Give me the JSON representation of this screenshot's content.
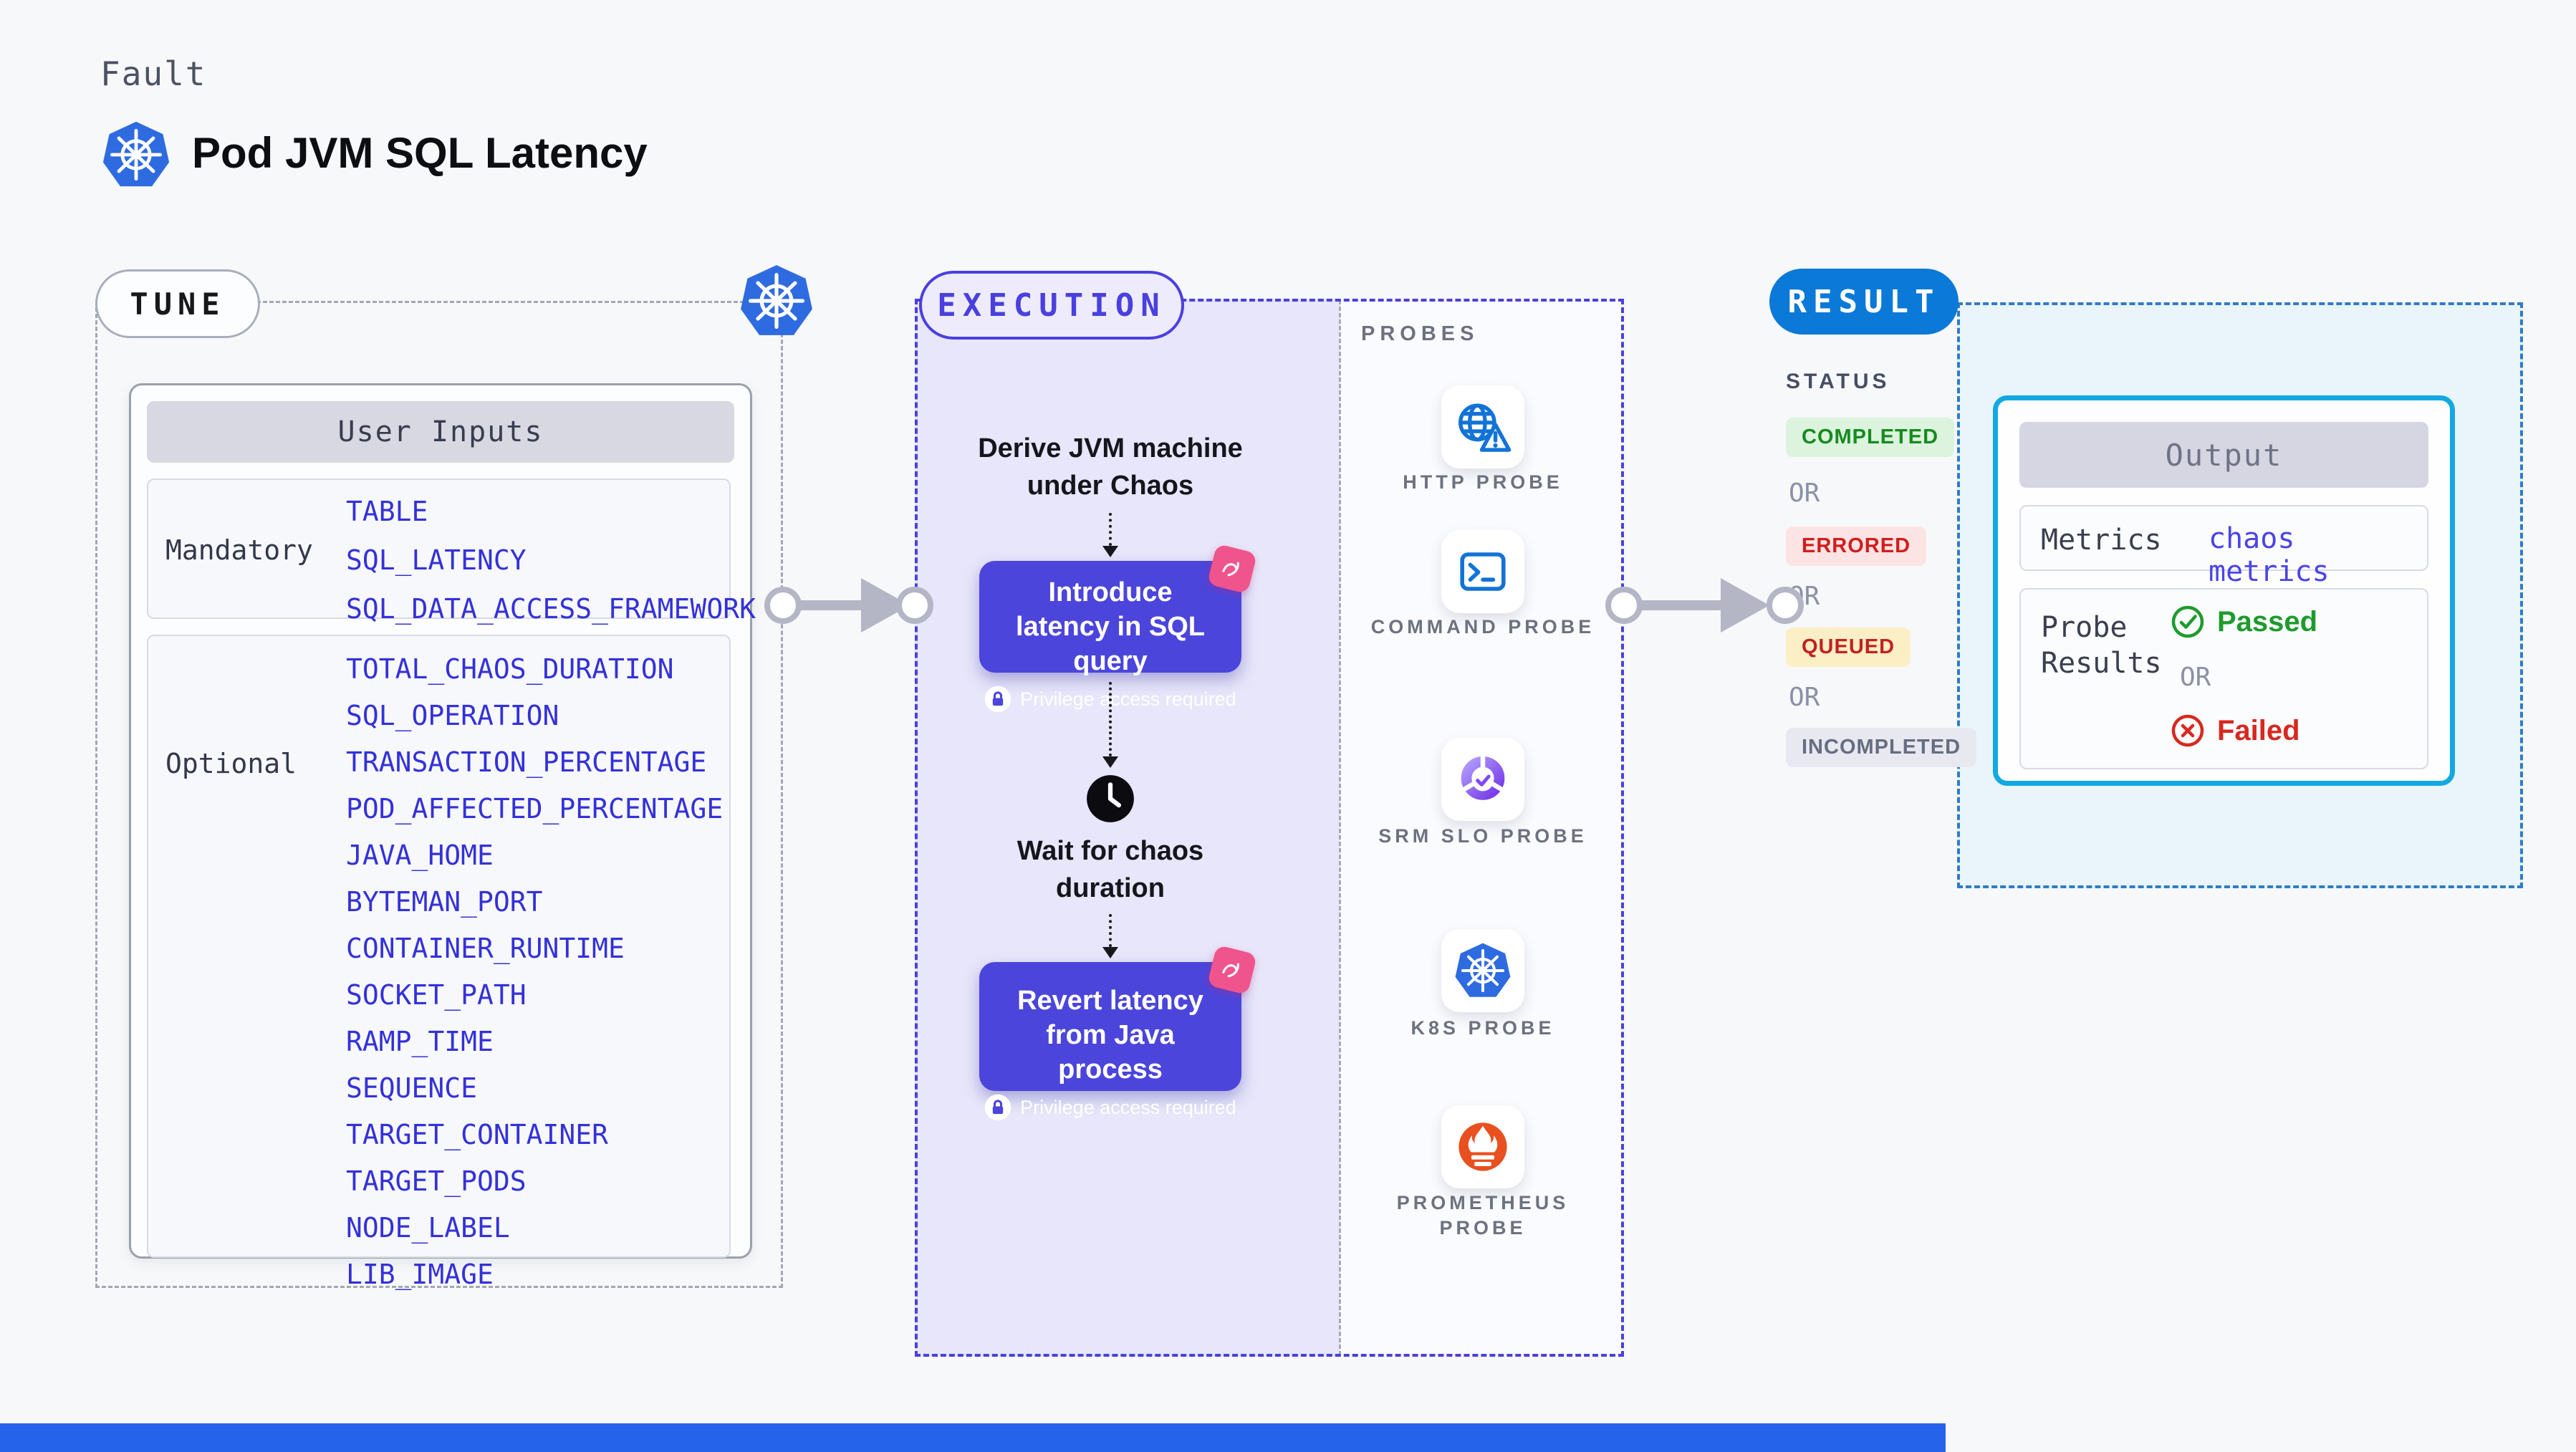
{
  "header": {
    "kicker": "Fault",
    "title": "Pod JVM SQL Latency"
  },
  "tune": {
    "badge": "TUNE",
    "table_header": "User Inputs",
    "mandatory_label": "Mandatory",
    "mandatory_values": [
      "TABLE",
      "SQL_LATENCY",
      "SQL_DATA_ACCESS_FRAMEWORK"
    ],
    "optional_label": "Optional",
    "optional_values": [
      "TOTAL_CHAOS_DURATION",
      "SQL_OPERATION",
      "TRANSACTION_PERCENTAGE",
      "POD_AFFECTED_PERCENTAGE",
      "JAVA_HOME",
      "BYTEMAN_PORT",
      "CONTAINER_RUNTIME",
      "SOCKET_PATH",
      "RAMP_TIME",
      "SEQUENCE",
      "TARGET_CONTAINER",
      "TARGET_PODS",
      "NODE_LABEL",
      "LIB_IMAGE"
    ]
  },
  "execution": {
    "badge": "EXECUTION",
    "step_derive": "Derive JVM machine under Chaos",
    "action_introduce": "Introduce latency in SQL query",
    "privilege_note": "Privilege access required",
    "step_wait": "Wait for chaos duration",
    "action_revert": "Revert latency from Java process"
  },
  "probes": {
    "label": "PROBES",
    "items": [
      "HTTP PROBE",
      "COMMAND PROBE",
      "SRM SLO PROBE",
      "K8S PROBE",
      "PROMETHEUS PROBE"
    ]
  },
  "result": {
    "badge": "RESULT",
    "status_label": "STATUS",
    "status_completed": "COMPLETED",
    "status_errored": "ERRORED",
    "status_queued": "QUEUED",
    "status_incompleted": "INCOMPLETED",
    "or": "OR",
    "output": {
      "header": "Output",
      "metrics_label": "Metrics",
      "metrics_value": "chaos metrics",
      "probe_results_label": "Probe Results",
      "passed": "Passed",
      "failed": "Failed"
    }
  },
  "colors": {
    "accent_indigo": "#4a40df",
    "action_box": "#4b45dc",
    "result_blue": "#0b79d8",
    "output_border": "#12a9e2",
    "completed_green": "#178a20",
    "errored_red": "#d11d1d",
    "queued_yellow_bg": "#fcefc6",
    "passed_green": "#1e9b2d",
    "failed_red": "#d8281f",
    "k8s_blue": "#2f6be0",
    "prometheus_orange": "#e8501f",
    "chaos_pink": "#f0548c"
  }
}
